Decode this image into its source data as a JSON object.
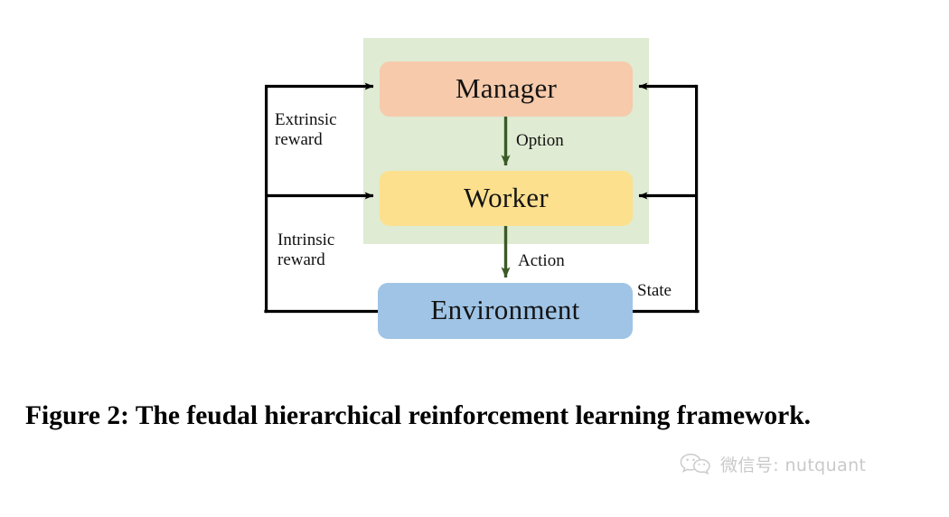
{
  "figure": {
    "caption": "Figure 2: The feudal hierarchical reinforcement learning framework.",
    "background": "#ffffff"
  },
  "diagram": {
    "type": "flow-diagram",
    "panel": {
      "name": "hierarchical-agent-panel",
      "color": "#dfebd2",
      "contains": [
        "Manager",
        "Worker"
      ]
    },
    "nodes": [
      {
        "id": "manager",
        "label": "Manager",
        "color": "#f6caab"
      },
      {
        "id": "worker",
        "label": "Worker",
        "color": "#fce08e"
      },
      {
        "id": "environment",
        "label": "Environment",
        "color": "#9fc4e6"
      }
    ],
    "edges": [
      {
        "id": "option",
        "label": "Option",
        "from": "manager",
        "to": "worker",
        "color": "#3a5a27"
      },
      {
        "id": "action",
        "label": "Action",
        "from": "worker",
        "to": "environment",
        "color": "#3a5a27"
      },
      {
        "id": "state",
        "label": "State",
        "from": "environment",
        "to": "manager",
        "color": "#000000"
      },
      {
        "id": "extrinsic",
        "label": "Extrinsic\nreward",
        "from": "environment",
        "to": "manager",
        "color": "#000000"
      },
      {
        "id": "intrinsic",
        "label": "Intrinsic\nreward",
        "from": "environment",
        "to": "worker",
        "color": "#000000"
      }
    ]
  },
  "watermark": {
    "icon": "wechat-icon",
    "text": "微信号: nutquant",
    "color": "#c9c9c9"
  }
}
